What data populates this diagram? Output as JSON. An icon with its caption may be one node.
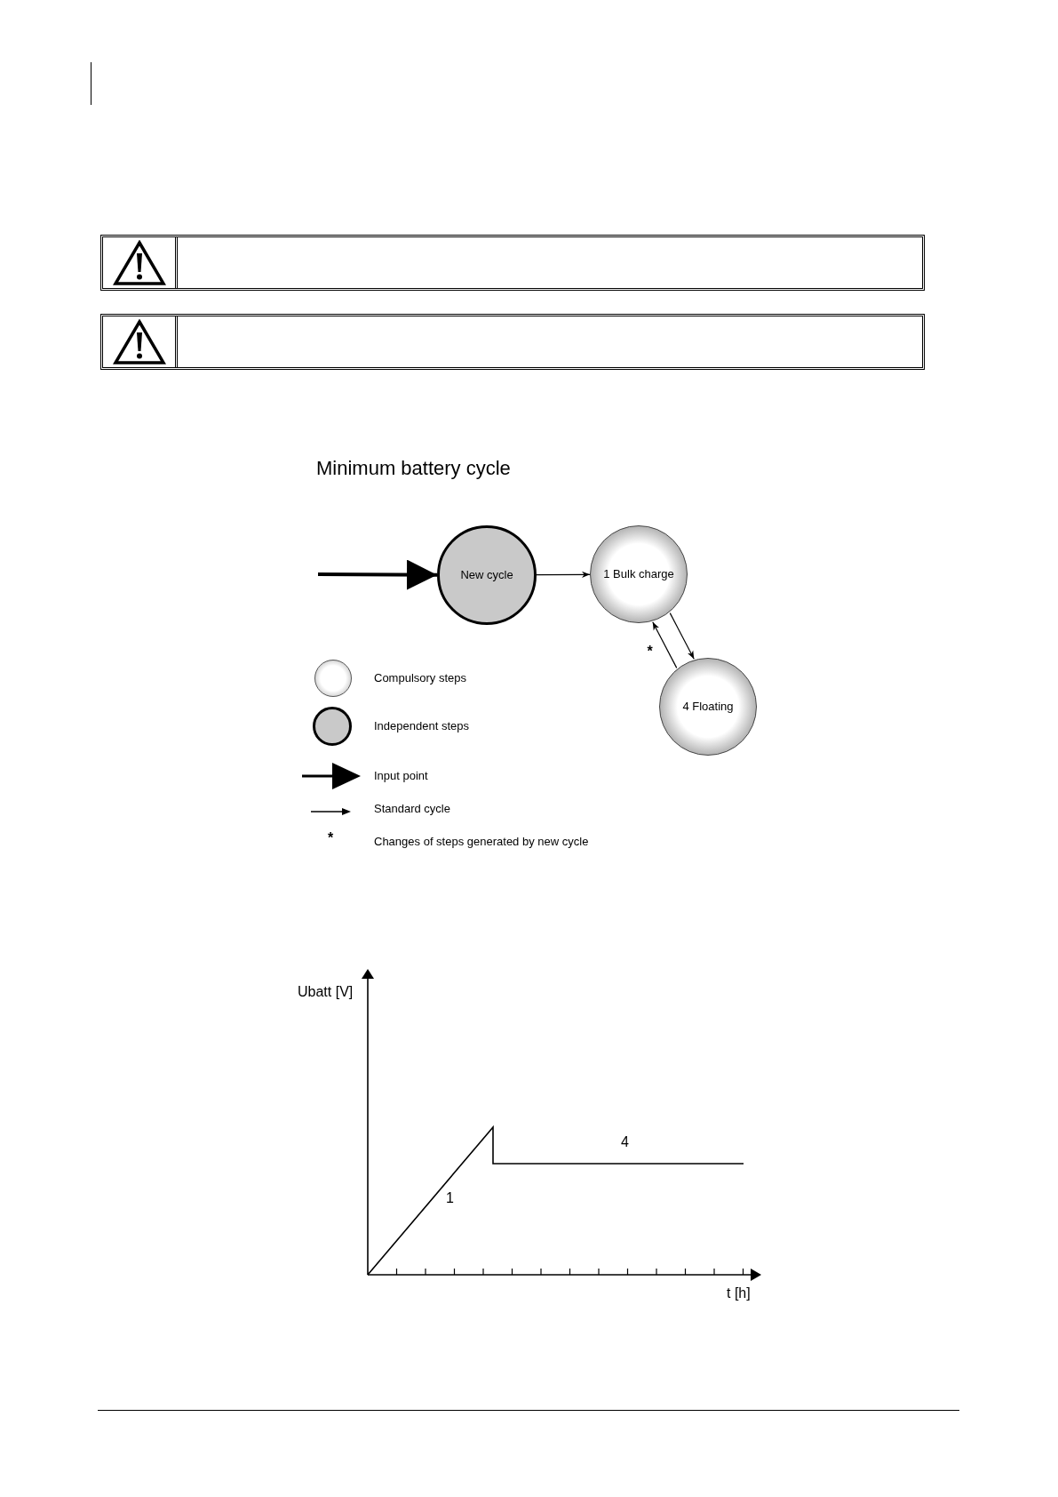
{
  "diagram": {
    "title": "Minimum battery cycle",
    "nodes": [
      {
        "text": [
          "New cycle"
        ]
      },
      {
        "text": [
          "1 Bulk charge"
        ]
      },
      {
        "text": [
          "4 Floating"
        ]
      }
    ],
    "edges": [
      {
        "from": null,
        "to": 0,
        "arrow": "to",
        "style": "thick"
      },
      {
        "from": 0,
        "to": 1,
        "arrow": "to"
      },
      {
        "from": 1,
        "to": 2,
        "arrow": "to"
      },
      {
        "from": 2,
        "to": 1,
        "arrow": "to",
        "label": "*"
      }
    ],
    "labels": [
      "*",
      "Ubatt [V]",
      "4",
      "1",
      "t [h]"
    ],
    "legend": [
      {
        "text": "Compulsory steps"
      },
      {
        "text": "Independent steps"
      },
      {
        "text": "Input point"
      },
      {
        "text": "Standard cycle"
      },
      {
        "text": "Changes of steps generated by new cycle"
      }
    ]
  }
}
